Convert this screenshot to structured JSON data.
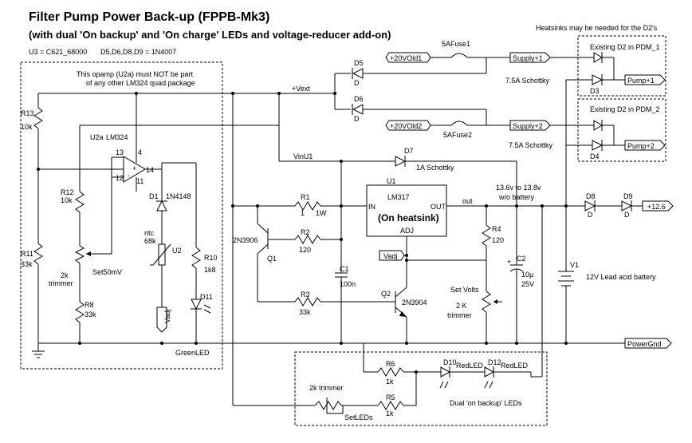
{
  "title": "Filter Pump Power Back-up (FPPB-Mk3)",
  "subtitle": "(with dual 'On backup' and 'On charge' LEDs and voltage-reducer add-on)",
  "u3_note": "U3 = C621_68000",
  "diode_note": "D5,D6,D8,D9 = 1N4007",
  "heatsink_note": "Heatsinks may be needed for the D2's",
  "opamp_note1": "This opamp (U2a) must NOT be part",
  "opamp_note2": "of any other LM324 quad package",
  "nets": {
    "vext": "+Vext",
    "vin_u1": "VinU1",
    "vadj": "Vadj",
    "out": "out",
    "power_gnd": "PowerGnd",
    "plus12": "+12.6",
    "green_led": "GreenLED",
    "set_leds": "SetLEDs",
    "set50mv": "Set50mV",
    "set_volts": "Set Volts"
  },
  "inputs": {
    "in1": "+20VOld1",
    "in2": "+20VOld2",
    "supply1": "Supply+1",
    "supply2": "Supply+2",
    "pump1": "Pump+1",
    "pump2": "Pump+2",
    "fuse1": "5AFuse1",
    "fuse2": "5AFuse2",
    "existing1": "Existing D2 in PDM_1",
    "existing2": "Existing D2 in PDM_2",
    "schottky1": "7.5A Schottky",
    "schottky2": "7.5A Schottky",
    "d3": "D3",
    "d4": "D4"
  },
  "parts": {
    "r13": "R13",
    "r13v": "10k",
    "r11": "R11",
    "r11v": "33k",
    "r12": "R12",
    "r12v": "10k",
    "trim1a": "2k",
    "trim1b": "trimmer",
    "r8": "R8",
    "r8v": "33k",
    "u2a": "U2a",
    "lm324": "LM324",
    "pin13": "13",
    "pin14": "14",
    "pin12": "12",
    "pin11": "11",
    "pin4": "4",
    "d1": "D1",
    "d1v": "1N4148",
    "ntc": "ntc",
    "ntcv": "68k",
    "u2": "U2",
    "r10": "R10",
    "r10v": "1k8",
    "d11": "D11",
    "d5": "D5",
    "d5v": "D",
    "d6": "D6",
    "d6v": "D",
    "d7": "D7",
    "d7v": "1A Schottky",
    "u1": "U1",
    "lm317": "LM317",
    "on_heatsink": "(On heatsink)",
    "in": "IN",
    "outpin": "OUT",
    "adj": "ADJ",
    "r1": "R1",
    "r1v": "1",
    "r1w": "1W",
    "r2": "R2",
    "r2v": "120",
    "r3": "R3",
    "r3v": "33k",
    "q1": "Q1",
    "q1v": "2N3906",
    "q2": "Q2",
    "q2v": "2N3904",
    "c1": "C1",
    "c1v": "100n",
    "r4": "R4",
    "r4v": "120",
    "c2": "C2",
    "c2v": "10µ",
    "c2v2": "25V",
    "trim2a": "2 K",
    "trim2b": "trimmer",
    "range1": "13.6v to 13.8v",
    "range2": "w/o battery",
    "d8": "D8",
    "d8v": "D",
    "d9": "D9",
    "d9v": "D",
    "v1": "V1",
    "battery": "12V Lead acid battery",
    "r6": "R6",
    "r6v": "1k",
    "r5": "R5",
    "r5v": "1k",
    "d10": "D10",
    "d12": "D12",
    "red1": "RedLED",
    "red2": "RedLED",
    "trim3": "2k trimmer",
    "dual_leds": "Dual 'on backup' LEDs"
  }
}
